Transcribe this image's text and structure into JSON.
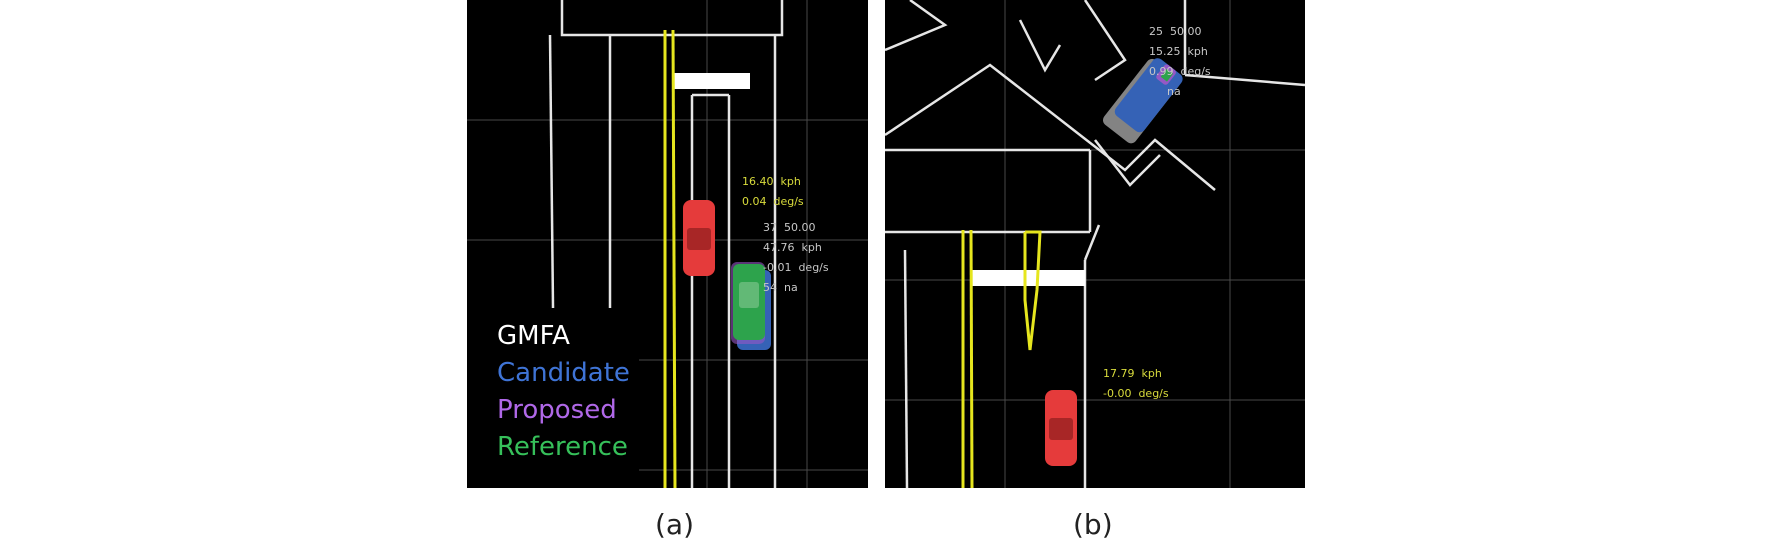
{
  "panel_a": {
    "ego_speed": "16.40  kph",
    "ego_yaw": "0.04  deg/s",
    "target_line1": "37  50.00",
    "target_line2": "47.76  kph",
    "target_line3": "-0.01  deg/s",
    "target_line4": "54  na",
    "caption": "(a)"
  },
  "panel_b": {
    "target_line1": "25  50.00",
    "target_line2": "15.25  kph",
    "target_line3": "0.99  deg/s",
    "target_line4": "na",
    "ego_speed": "17.79  kph",
    "ego_yaw": "-0.00  deg/s",
    "caption": "(b)"
  },
  "legend": {
    "items": [
      {
        "label": "GMFA",
        "color": "#ffffff"
      },
      {
        "label": "Candidate",
        "color": "#3f74d6"
      },
      {
        "label": "Proposed",
        "color": "#b068e8"
      },
      {
        "label": "Reference",
        "color": "#36c05a"
      }
    ]
  },
  "colors": {
    "background": "#000000",
    "lane_line": "#e0e0e0",
    "center_line": "#e6e61e",
    "ego_vehicle": "#e53b3b"
  }
}
